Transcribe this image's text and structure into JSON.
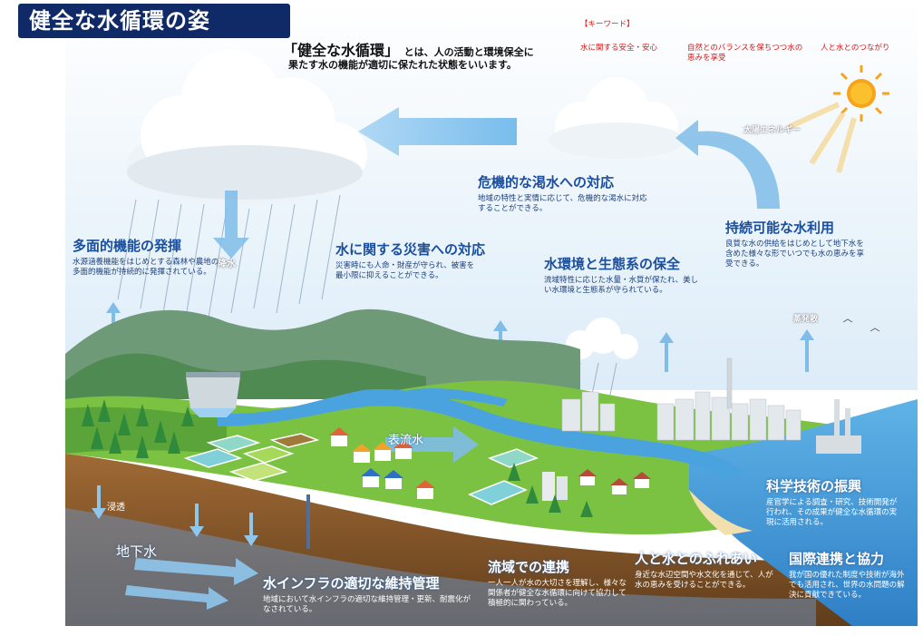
{
  "title": "健全な水循環の姿",
  "definition": {
    "term": "「健全な水循環」",
    "text_line1": "とは、人の活動と環境保全に",
    "text_line2": "果たす水の機能が適切に保たれた状態をいいます。"
  },
  "keywords": {
    "header": "【キーワード】",
    "items": [
      "水に関する安全・安心",
      "自然とのバランスを保ちつつ水の恵みを享受",
      "人と水とのつながり"
    ]
  },
  "sections": {
    "drought": {
      "heading": "危機的な渇水への対応",
      "body": "地域の特性と実情に応じて、危機的な渇水に対応することができる。"
    },
    "sustainable": {
      "heading": "持続可能な水利用",
      "body": "良質な水の供給をはじめとして地下水を含めた様々な形でいつでも水の恵みを享受できる。"
    },
    "multi": {
      "heading": "多面的機能の発揮",
      "body": "水源涵養機能をはじめとする森林や農地の多面的機能が持続的に発揮されている。"
    },
    "disaster": {
      "heading": "水に関する災害への対応",
      "body": "災害時にも人命・財産が守られ、被害を最小限に抑えることができる。"
    },
    "ecosystem": {
      "heading": "水環境と生態系の保全",
      "body": "流域特性に応じた水量・水質が保たれ、美しい水環境と生態系が守られている。"
    },
    "science": {
      "heading": "科学技術の振興",
      "body": "産官学による調査・研究、技術開発が行われ、その成果が健全な水循環の実現に活用される。"
    },
    "infra": {
      "heading": "水インフラの適切な維持管理",
      "body": "地域において水インフラの適切な維持管理・更新、耐震化がなされている。"
    },
    "basin": {
      "heading": "流域での連携",
      "body": "一人一人が水の大切さを理解し、様々な関係者が健全な水循環に向けて協力して積極的に関わっている。"
    },
    "people": {
      "heading": "人と水とのふれあい",
      "body": "身近な水辺空間や水文化を通じて、人が水の恵みを受けることができる。"
    },
    "intl": {
      "heading": "国際連携と協力",
      "body": "我が国の優れた制度や技術が海外でも活用され、世界の水問題の解決に貢献できている。"
    }
  },
  "flow_labels": {
    "rain": "降水",
    "solar": "太陽エネルギー",
    "evap": "蒸発散",
    "surface": "表流水",
    "infiltration": "浸透",
    "groundwater": "地下水"
  },
  "colors": {
    "title_bg": "#0f2a66",
    "heading": "#1a4fa0",
    "keyword": "#d81919",
    "sky": "#e6f2fb",
    "grass": "#7cc242",
    "soil": "#8a5a2b",
    "water": "#4aa3df"
  }
}
